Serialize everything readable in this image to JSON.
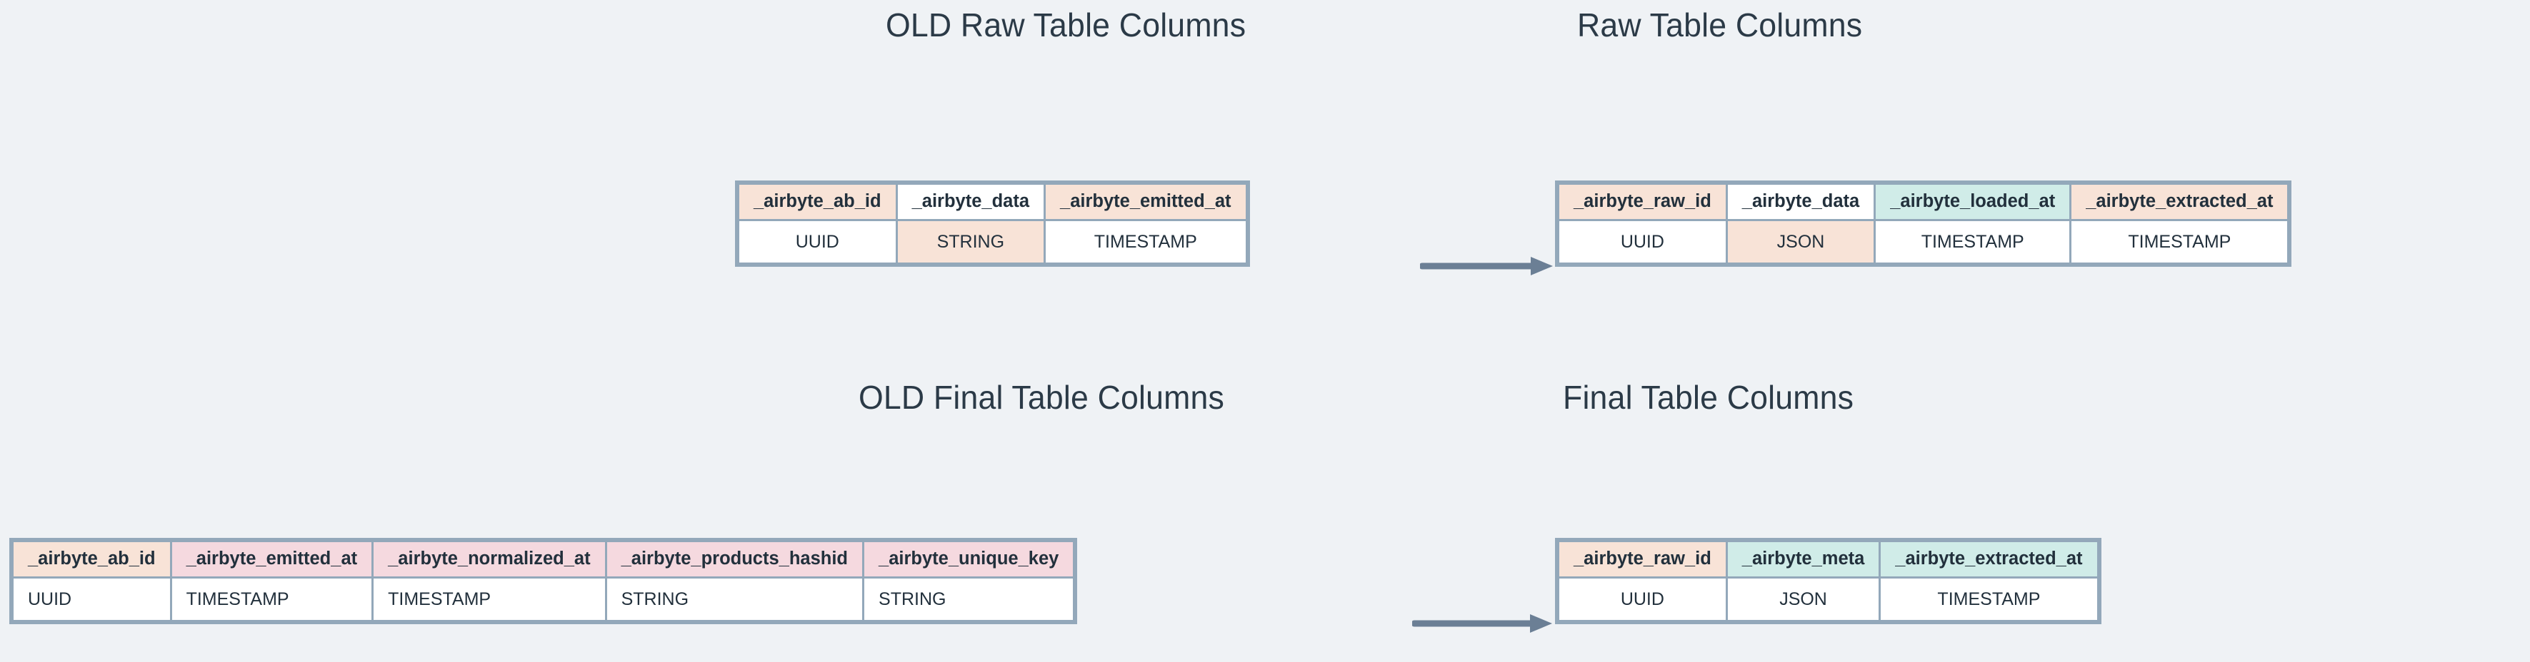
{
  "page": {
    "background_color": "#eff2f5",
    "text_color": "#2b3a47",
    "border_color": "#93a8ba",
    "arrow_color": "#6b7f95",
    "swatches": {
      "peach": "#f8e3d7",
      "mint": "#d0ece8",
      "pink": "#f5d9df",
      "white": "#ffffff"
    }
  },
  "titles": {
    "old_raw": "OLD Raw Table Columns",
    "new_raw": "Raw Table Columns",
    "old_final": "OLD Final Table Columns",
    "new_final": "Final Table Columns"
  },
  "tables": {
    "old_raw": {
      "headers": [
        "_airbyte_ab_id",
        "_airbyte_data",
        "_airbyte_emitted_at"
      ],
      "types": [
        "UUID",
        "STRING",
        "TIMESTAMP"
      ],
      "header_colors": [
        "peach",
        "white",
        "peach"
      ],
      "type_colors": [
        "white",
        "peach",
        "white"
      ]
    },
    "new_raw": {
      "headers": [
        "_airbyte_raw_id",
        "_airbyte_data",
        "_airbyte_loaded_at",
        "_airbyte_extracted_at"
      ],
      "types": [
        "UUID",
        "JSON",
        "TIMESTAMP",
        "TIMESTAMP"
      ],
      "header_colors": [
        "peach",
        "white",
        "mint",
        "peach"
      ],
      "type_colors": [
        "white",
        "peach",
        "white",
        "white"
      ]
    },
    "old_final": {
      "headers": [
        "_airbyte_ab_id",
        "_airbyte_emitted_at",
        "_airbyte_normalized_at",
        "_airbyte_products_hashid",
        "_airbyte_unique_key"
      ],
      "types": [
        "UUID",
        "TIMESTAMP",
        "TIMESTAMP",
        "STRING",
        "STRING"
      ],
      "header_colors": [
        "peach",
        "pink",
        "pink",
        "pink",
        "pink"
      ],
      "type_colors": [
        "white",
        "white",
        "white",
        "white",
        "white"
      ]
    },
    "new_final": {
      "headers": [
        "_airbyte_raw_id",
        "_airbyte_meta",
        "_airbyte_extracted_at"
      ],
      "types": [
        "UUID",
        "JSON",
        "TIMESTAMP"
      ],
      "header_colors": [
        "peach",
        "mint",
        "mint"
      ],
      "type_colors": [
        "white",
        "white",
        "white"
      ]
    }
  },
  "arrows": {
    "raw_label": "old-raw-to-new-raw",
    "final_label": "old-final-to-new-final"
  }
}
